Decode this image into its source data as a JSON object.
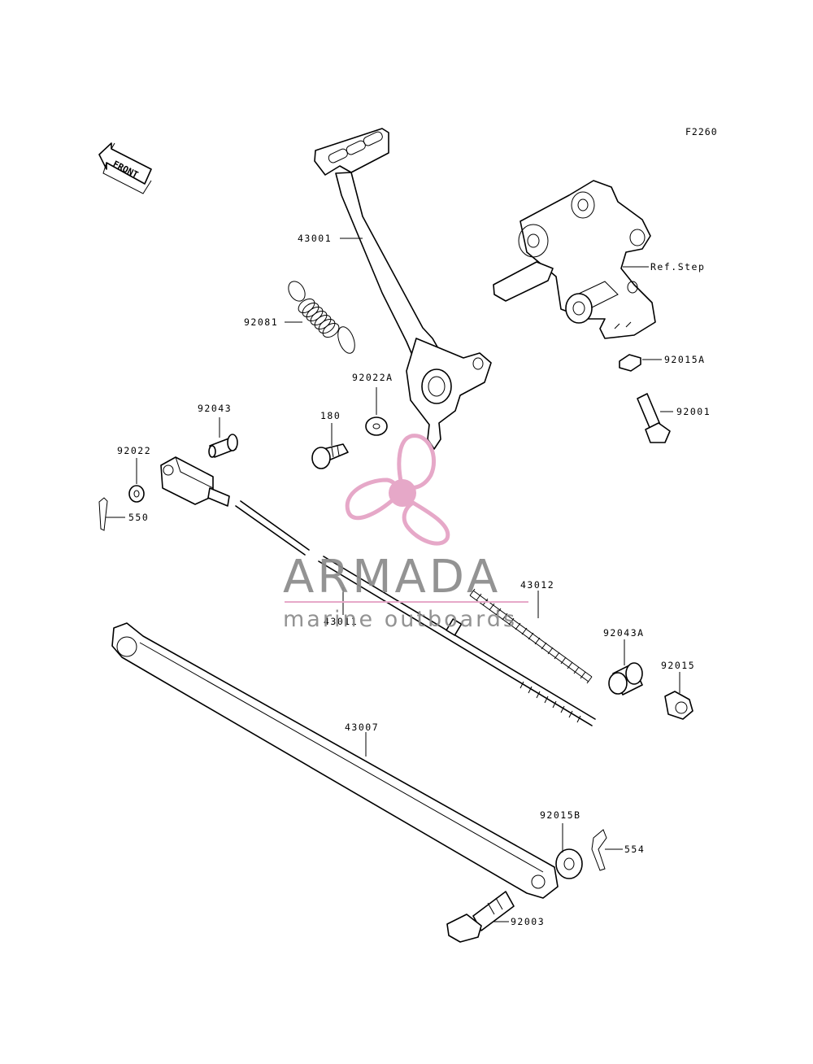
{
  "diagram": {
    "figure_code": "F2260",
    "front_label": "FRONT",
    "ref_step_label": "Ref.Step",
    "callouts": [
      {
        "id": "43001",
        "label": "43001"
      },
      {
        "id": "92081",
        "label": "92081"
      },
      {
        "id": "92022A",
        "label": "92022A"
      },
      {
        "id": "180",
        "label": "180"
      },
      {
        "id": "92043",
        "label": "92043"
      },
      {
        "id": "92022",
        "label": "92022"
      },
      {
        "id": "550",
        "label": "550"
      },
      {
        "id": "92015A",
        "label": "92015A"
      },
      {
        "id": "92001",
        "label": "92001"
      },
      {
        "id": "43012",
        "label": "43012"
      },
      {
        "id": "43011",
        "label": "43011"
      },
      {
        "id": "92043A",
        "label": "92043A"
      },
      {
        "id": "92015",
        "label": "92015"
      },
      {
        "id": "43007",
        "label": "43007"
      },
      {
        "id": "92015B",
        "label": "92015B"
      },
      {
        "id": "554",
        "label": "554"
      },
      {
        "id": "92003",
        "label": "92003"
      }
    ]
  },
  "watermark": {
    "brand": "ARMADA",
    "tagline": "marine outboards",
    "logo": "propeller-logo",
    "color": "#e6a8c8",
    "text_color": "#8a8a8a"
  }
}
